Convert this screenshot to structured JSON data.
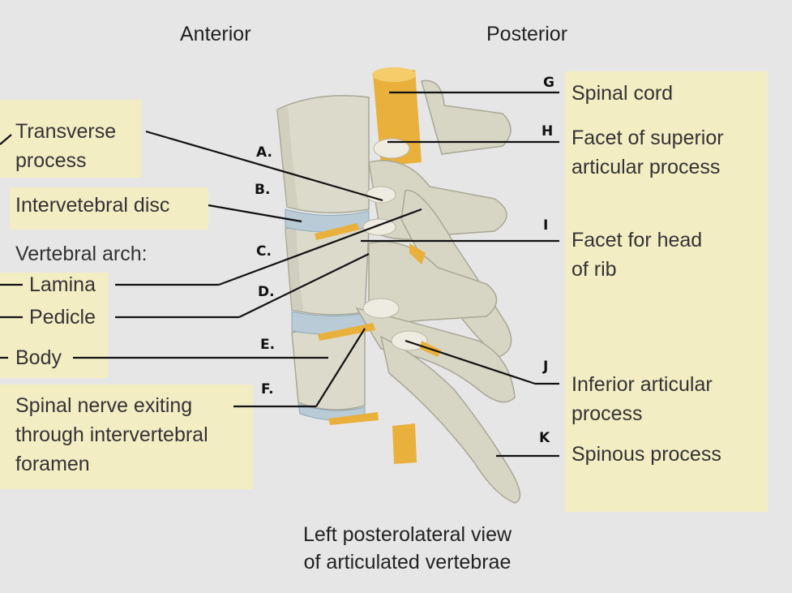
{
  "headers": {
    "anterior": "Anterior",
    "posterior": "Posterior"
  },
  "left_labels": {
    "transverse_1": "Transverse",
    "transverse_2": "process",
    "disc": "Intervetebral disc",
    "arch": "Vertebral arch:",
    "lamina": "Lamina",
    "pedicle": "Pedicle",
    "body": "Body",
    "nerve_1": "Spinal nerve exiting",
    "nerve_2": "through intervertebral",
    "nerve_3": "foramen"
  },
  "right_labels": {
    "cord": "Spinal cord",
    "facet_sup_1": "Facet of superior",
    "facet_sup_2": "articular process",
    "facet_rib_1": "Facet for head",
    "facet_rib_2": "of rib",
    "inf_1": "Inferior articular",
    "inf_2": "process",
    "spinous": "Spinous process"
  },
  "letters": {
    "a": "A.",
    "b": "B.",
    "c": "C.",
    "d": "D.",
    "e": "E.",
    "f": "F.",
    "g": "G",
    "h": "H",
    "i": "I",
    "j": "J",
    "k": "K"
  },
  "caption": {
    "line1": "Left posterolateral view",
    "line2": "of articulated vertebrae"
  },
  "colors": {
    "label_box": "#f3edc4",
    "background": "#e6e6e6",
    "bone": "#dcdacb",
    "nerve": "#e9b03c"
  }
}
